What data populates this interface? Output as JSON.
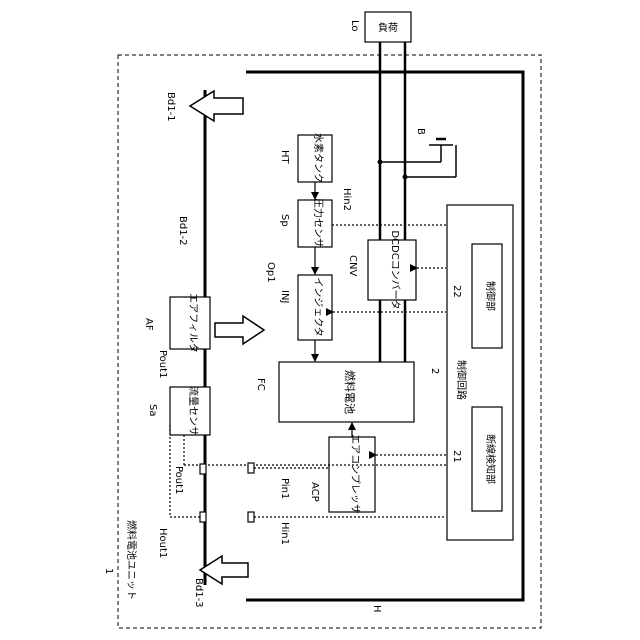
{
  "unit": {
    "ref": "1",
    "name": "燃料電池ユニット"
  },
  "load": {
    "ref": "Lo",
    "name": "負荷"
  },
  "battery": {
    "ref": "B"
  },
  "hydrogen_tank": {
    "ref": "HT",
    "name": "水素タンク"
  },
  "pressure_sensor": {
    "ref": "Sp",
    "name": "圧力センサ"
  },
  "dcdc_converter": {
    "ref": "CNV",
    "name": "DCDCコンバータ"
  },
  "injector": {
    "ref": "INJ",
    "name": "インジェクタ"
  },
  "fuel_cell": {
    "ref": "FC",
    "name": "燃料電池"
  },
  "air_compressor": {
    "ref": "ACP",
    "name": "エアコンプレッサ"
  },
  "air_filter": {
    "ref": "AF",
    "name": "エアフィルタ"
  },
  "flow_sensor": {
    "ref": "Sa",
    "name": "流量センサ"
  },
  "control_circuit": {
    "ref": "2",
    "name": "制御回路"
  },
  "control_unit": {
    "ref": "22",
    "name": "制御部"
  },
  "disconnect_detector": {
    "ref": "21",
    "name": "断線検知部"
  },
  "labels": {
    "bd1_1": "Bd1-1",
    "bd1_2": "Bd1-2",
    "bd1_3": "Bd1-3",
    "hin2": "Hin2",
    "op1": "Op1",
    "pout1_top": "Pout1",
    "pout1_bottom": "Pout1",
    "hout1": "Hout1",
    "pin1": "Pin1",
    "hin1": "Hin1",
    "h": "H"
  }
}
